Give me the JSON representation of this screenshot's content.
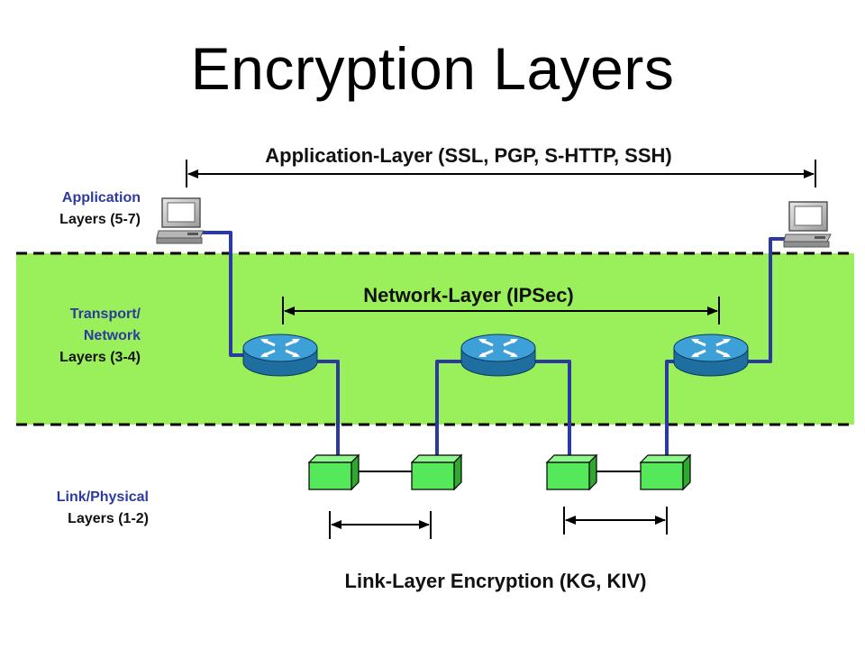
{
  "title": "Encryption Layers",
  "headings": {
    "application": "Application-Layer (SSL, PGP, S-HTTP, SSH)",
    "network": "Network-Layer (IPSec)",
    "link": "Link-Layer Encryption (KG, KIV)"
  },
  "side_labels": {
    "application": {
      "name": "Application",
      "layers": "Layers (5-7)"
    },
    "network": {
      "name_line1": "Transport/",
      "name_line2": "Network",
      "layers": "Layers (3-4)"
    },
    "link": {
      "name": "Link/Physical",
      "layers": "Layers (1-2)"
    }
  },
  "colors": {
    "band": "#99f05a",
    "link_line": "#2b3aa0",
    "router": "#3399cc",
    "device": "#55e85a",
    "label_blue": "#2e3a9e"
  },
  "icons": {
    "computer": "computer-icon",
    "router": "router-icon",
    "encryption_device": "link-encryptor-icon"
  }
}
